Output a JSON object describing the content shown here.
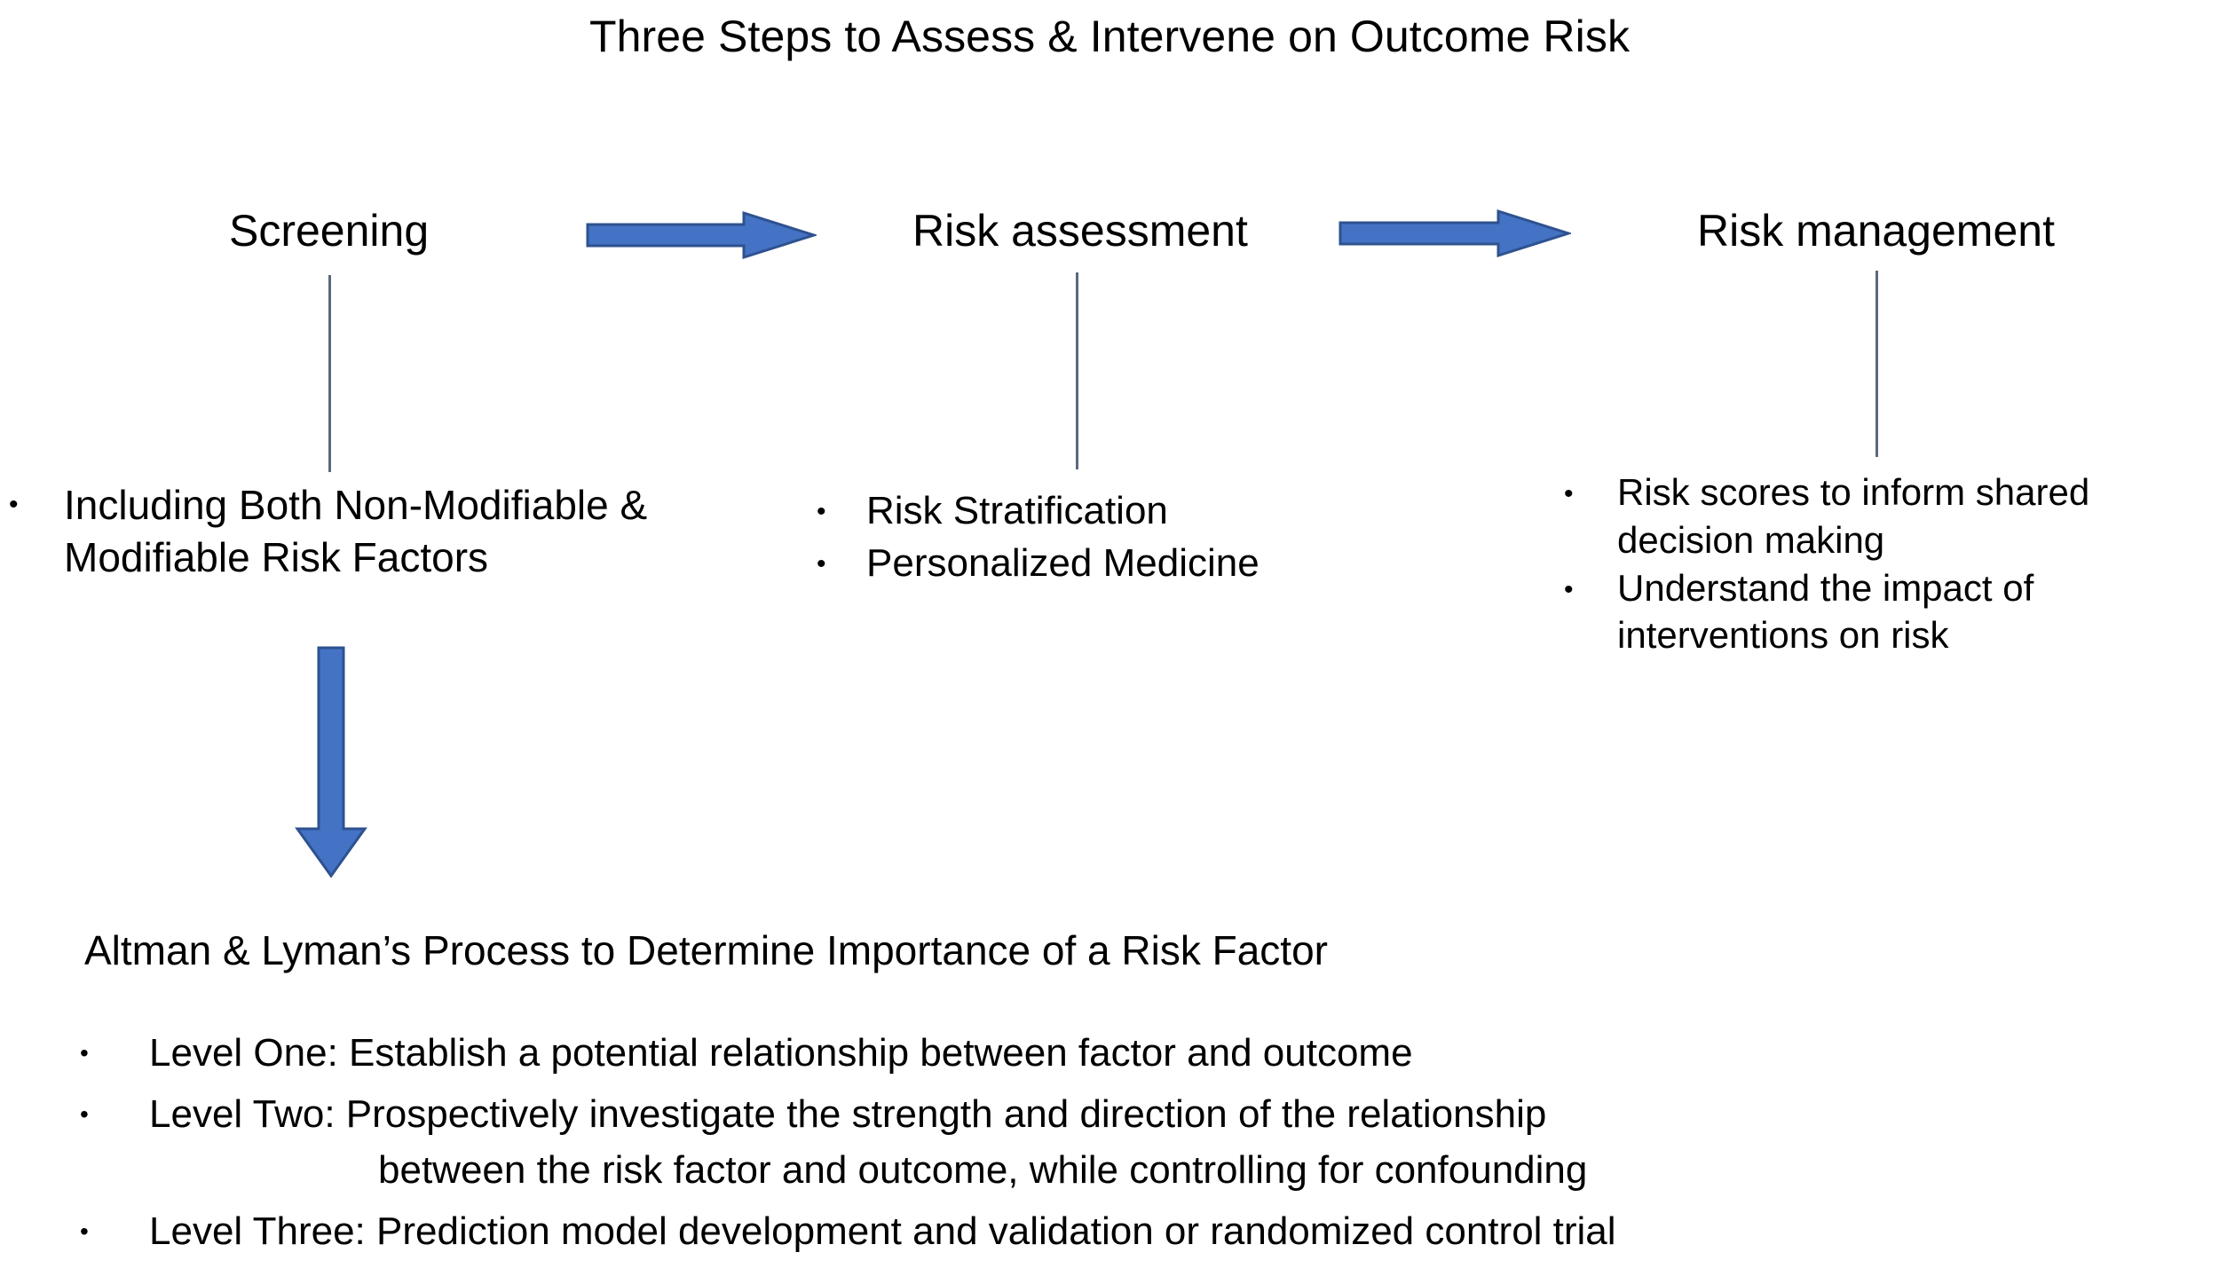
{
  "slide": {
    "title": "Three Steps to Assess & Intervene on Outcome Risk",
    "background_color": "#FFFFFF",
    "text_color": "#000000"
  },
  "theme": {
    "arrow_fill": "#4472C4",
    "arrow_outline": "#2E528F",
    "connector_line": "#44546A"
  },
  "icons": {
    "bullet": "•",
    "arrow_right": "right-block-arrow",
    "arrow_down": "down-block-arrow"
  },
  "steps": [
    {
      "label": "Screening",
      "bullets": [
        "Including Both Non-Modifiable & Modifiable Risk Factors"
      ]
    },
    {
      "label": "Risk assessment",
      "bullets": [
        "Risk Stratification",
        "Personalized Medicine"
      ]
    },
    {
      "label": "Risk management",
      "bullets": [
        "Risk scores to inform shared decision making",
        "Understand the impact of interventions on risk"
      ]
    }
  ],
  "bottom_section": {
    "heading": "Altman & Lyman’s Process to Determine Importance of a Risk Factor",
    "items": [
      {
        "line1": "Level One: Establish a potential relationship between factor and outcome",
        "line2": ""
      },
      {
        "line1": "Level Two: Prospectively investigate the strength and direction of the relationship",
        "line2": "between the risk factor and outcome, while controlling for confounding"
      },
      {
        "line1": "Level Three: Prediction model development and validation or randomized control trial",
        "line2": ""
      }
    ]
  }
}
